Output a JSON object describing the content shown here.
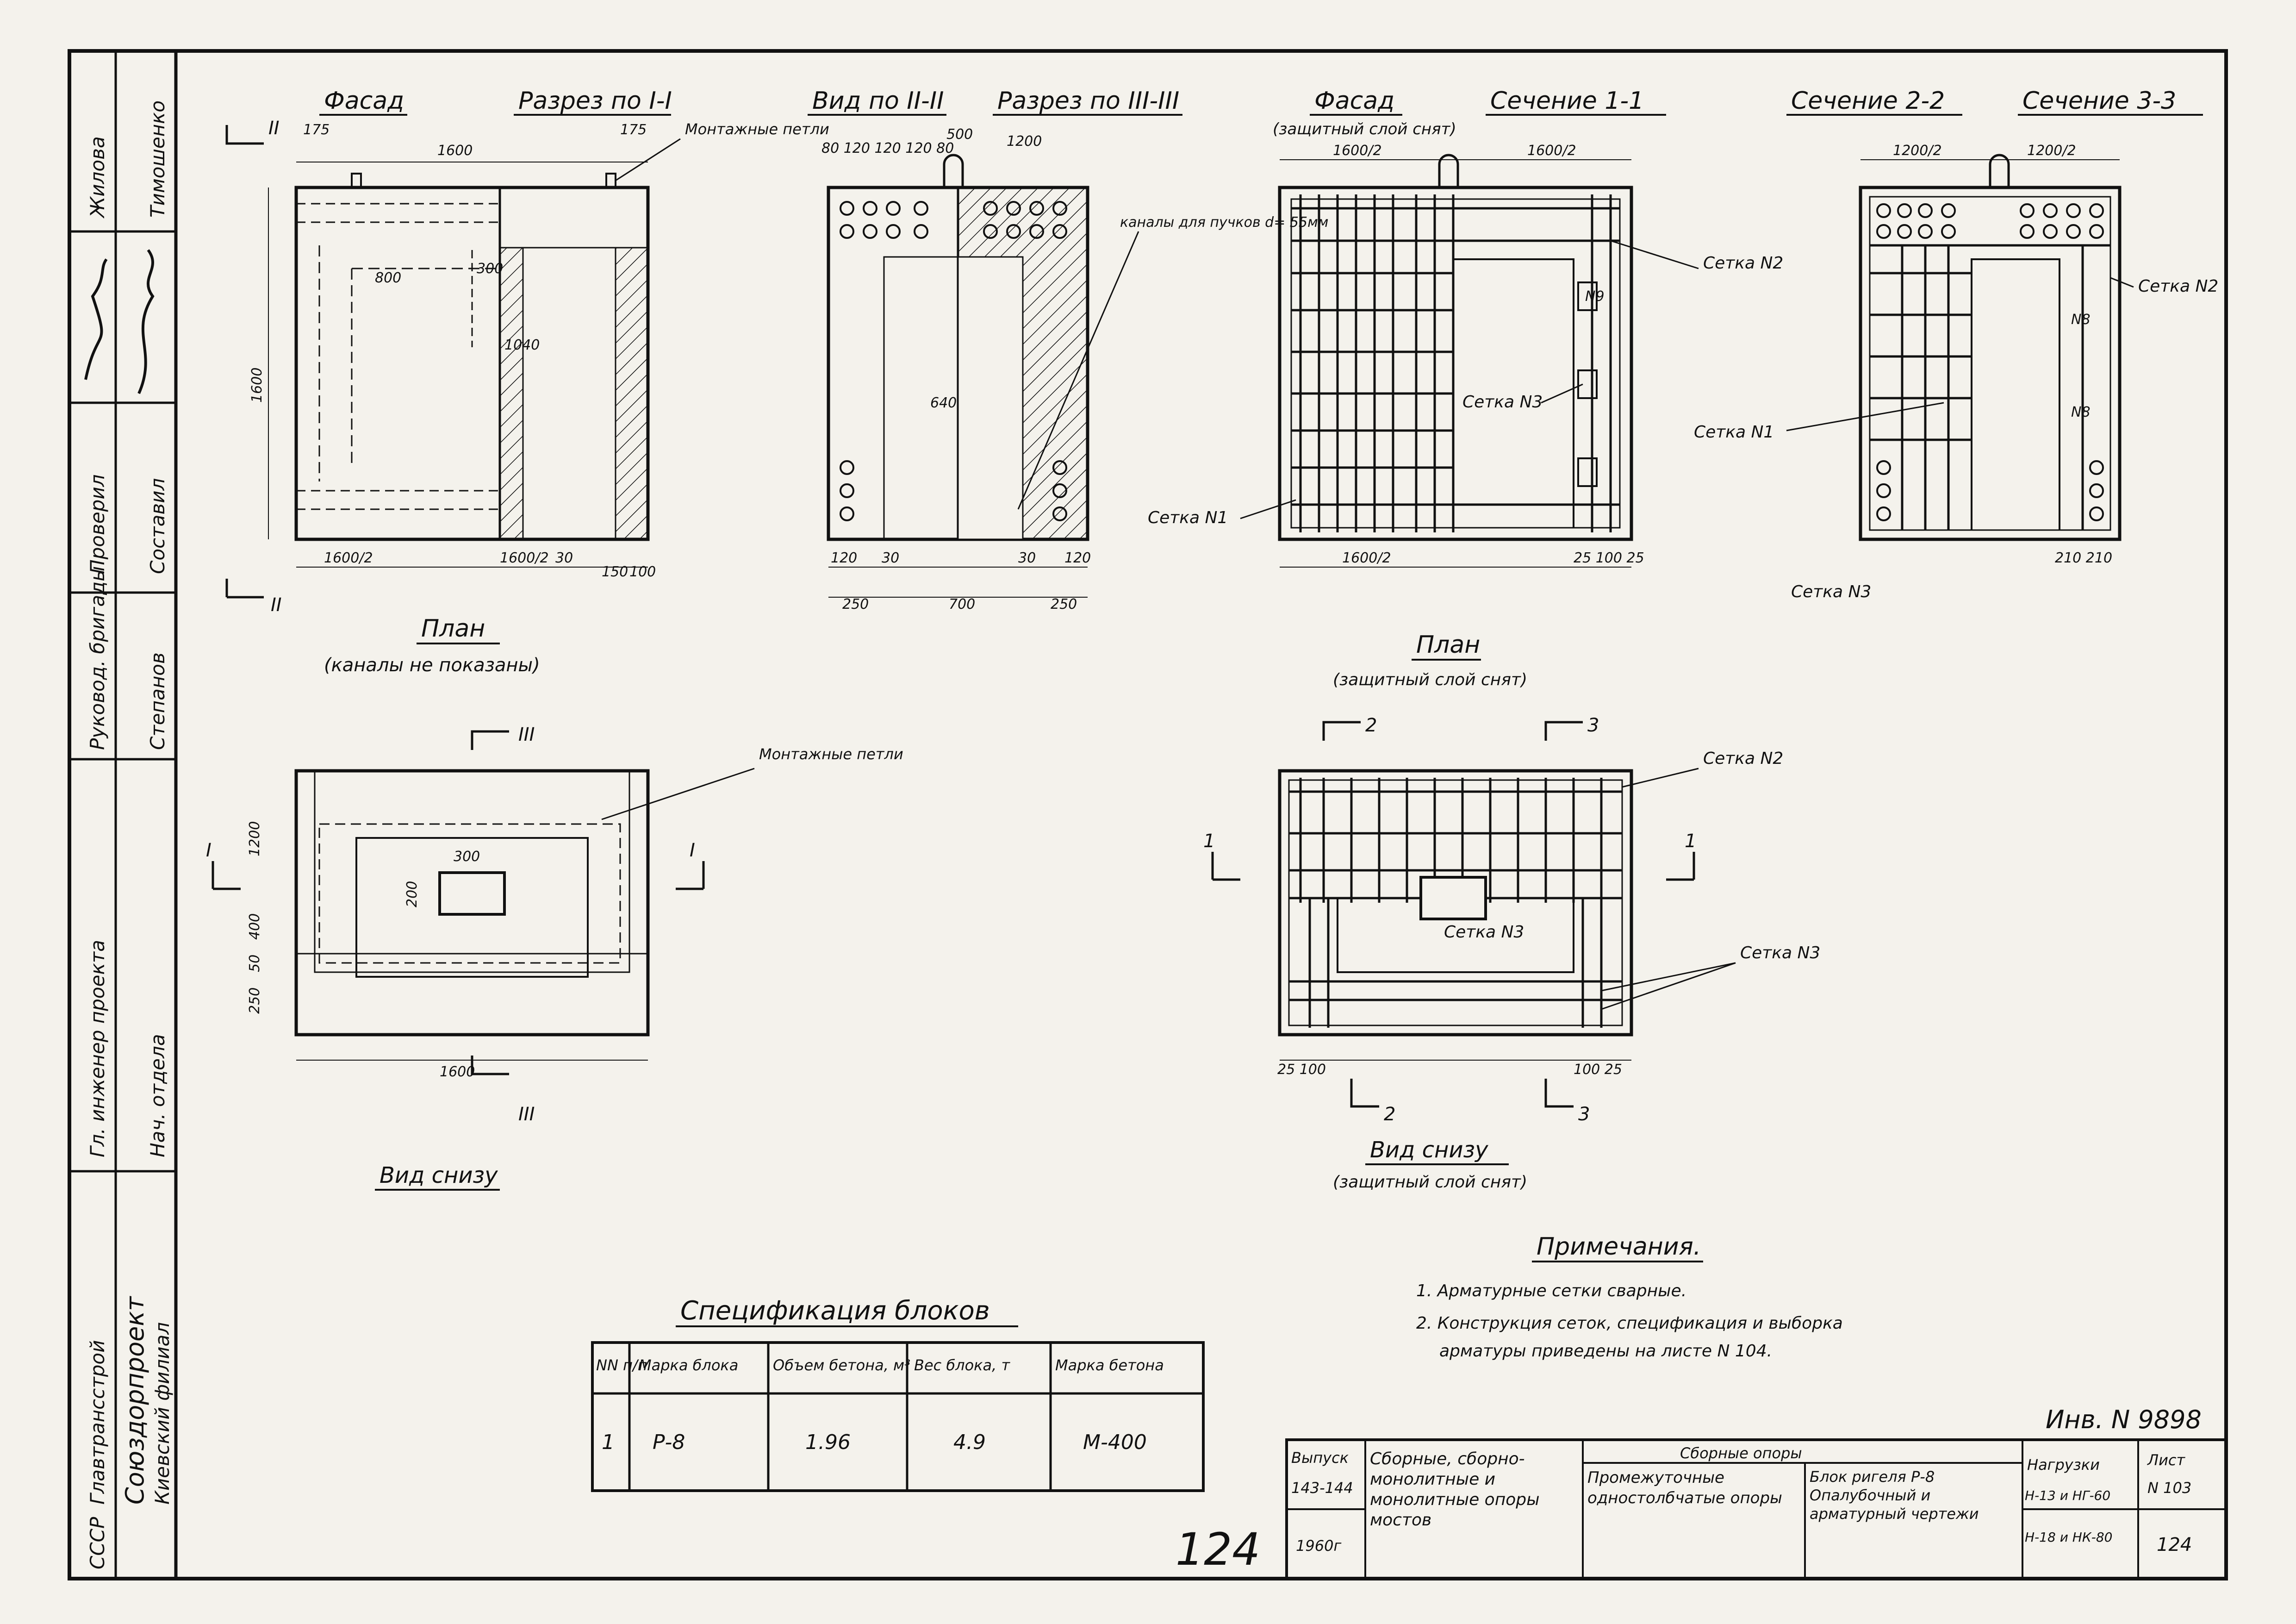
{
  "views": {
    "facade_left": "Фасад",
    "section_1": "Разрез по I-I",
    "view_2": "Вид по II-II",
    "section_3": "Разрез по III-III",
    "facade_right": "Фасад",
    "facade_right_note": "(защитный слой снят)",
    "sect_1_1": "Сечение 1-1",
    "sect_2_2": "Сечение 2-2",
    "sect_3_3": "Сечение 3-3",
    "plan_left": "План",
    "plan_left_note": "(каналы не показаны)",
    "plan_right": "План",
    "plan_right_note": "(защитный слой снят)",
    "bottom_left": "Вид снизу",
    "bottom_right": "Вид снизу",
    "bottom_right_note": "(защитный слой снят)"
  },
  "labels": {
    "mounting_loops_1": "Монтажные петли",
    "mounting_loops_2": "Монтажные петли",
    "channels": "каналы для пучков d= 55мм",
    "mesh_n2_a": "Сетка N2",
    "mesh_n2_b": "Сетка N2",
    "mesh_n2_c": "Сетка N2",
    "mesh_n3_a": "Сетка N3",
    "mesh_n3_b": "Сетка N3",
    "mesh_n3_c": "Сетка N3",
    "mesh_n3_d": "Сетка N3",
    "mesh_n1_a": "Сетка N1",
    "mesh_n1_b": "Сетка N1",
    "n8": "N8",
    "n9": "N9"
  },
  "dims": {
    "d1600": "1600",
    "d175a": "175",
    "d175b": "175",
    "d800": "800",
    "d300": "300",
    "d1040": "1040",
    "d640": "640",
    "d1600v": "1600",
    "d1600_2a": "1600/2",
    "d1600_2b": "1600/2",
    "d1600_2c": "1600/2",
    "d1600_2d": "1600/2",
    "d1600_2e": "1600/2",
    "d30": "30",
    "d150": "150",
    "d100": "100",
    "d80_120": "80 120 120 120 80",
    "d500": "500",
    "d1200": "1200",
    "d120a": "120",
    "d120b": "120",
    "d30a": "30",
    "d30b": "30",
    "d250a": "250",
    "d700": "700",
    "d250b": "250",
    "d1200_2a": "1200/2",
    "d1200_2b": "1200/2",
    "d25_100_25": "25 100 25",
    "d210_210": "210 210",
    "d1600b": "1600",
    "d300b": "300",
    "d200": "200",
    "d1200b": "1200",
    "d400": "400",
    "d250c": "250",
    "d50": "50",
    "d25_100": "25 100",
    "d100_25": "100 25",
    "d120_30_120": "120 30 120",
    "d2_label": "2",
    "d3_label": "3",
    "d1_label": "1",
    "roman_1": "I",
    "roman_2": "II",
    "roman_3": "III"
  },
  "spec": {
    "title": "Спецификация блоков",
    "headers": [
      "NN п/п",
      "Марка блока",
      "Объем бетона, м³",
      "Вес блока, т",
      "Марка бетона"
    ],
    "row": [
      "1",
      "Р-8",
      "1.96",
      "4.9",
      "М-400"
    ]
  },
  "notes": {
    "title": "Примечания.",
    "n1": "1. Арматурные сетки сварные.",
    "n2": "2. Конструкция сеток, спецификация и выборка",
    "n2b": "арматуры приведены на листе N 104."
  },
  "left_strip": {
    "c1": "Жилова",
    "c2": "Тимошенко",
    "c3": "Проверил",
    "c4": "Составил",
    "c5": "Руковод. бригады",
    "c6": "Степанов",
    "c7": "Гл. инженер проекта",
    "c8": "Нач. отдела",
    "c9": "Главтрансстрой",
    "c10": "Союздорпроект",
    "c11": "Киевский филиал",
    "c12": "СССР"
  },
  "title_block": {
    "issue": "Выпуск",
    "issue_no": "143-144",
    "year": "1960г",
    "series": "Сборные, сборно-монолитные и монолитные опоры мостов",
    "category": "Сборные опоры",
    "type": "Промежуточные одностолбчатые опоры",
    "drawing": "Блок ригеля Р-8 Опалубочный и арматурный чертежи",
    "loads_label": "Нагрузки",
    "loads_1": "Н-13 и НГ-60",
    "loads_2": "Н-18 и НК-80",
    "sheet_label": "Лист",
    "sheet_no": "N 103",
    "sheet_alt": "124",
    "inv": "Инв. N 9898",
    "handwritten": "124"
  }
}
